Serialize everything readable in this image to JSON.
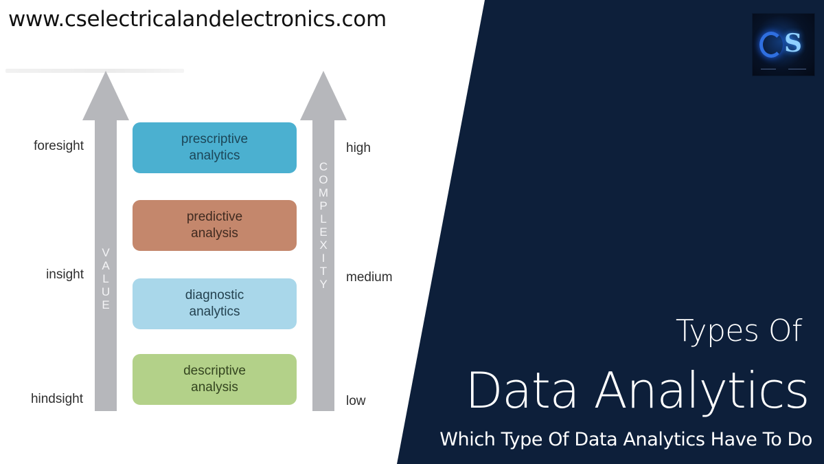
{
  "header": {
    "website_url": "www.cselectricalandelectronics.com"
  },
  "diagram": {
    "left_axis": {
      "arrow_label": "VALUE",
      "letters": [
        "V",
        "A",
        "L",
        "U",
        "E"
      ],
      "levels": [
        "foresight",
        "insight",
        "hindsight"
      ]
    },
    "right_axis": {
      "arrow_label": "COMPLEXITY",
      "letters": [
        "C",
        "O",
        "M",
        "P",
        "L",
        "E",
        "X",
        "I",
        "T",
        "Y"
      ],
      "levels": [
        "high",
        "medium",
        "low"
      ]
    },
    "stages": [
      {
        "line1": "prescriptive",
        "line2": "analytics",
        "color": "#4bb0d0"
      },
      {
        "line1": "predictive",
        "line2": "analysis",
        "color": "#c4876c"
      },
      {
        "line1": "diagnostic",
        "line2": "analytics",
        "color": "#a9d7ea"
      },
      {
        "line1": "descriptive",
        "line2": "analysis",
        "color": "#b3d189"
      }
    ],
    "arrow_color": "#b6b7bb"
  },
  "banner": {
    "panel_color": "#0d1f3a",
    "logo": {
      "letters": "CS"
    },
    "title_small": "Types Of",
    "title_large": "Data Analytics",
    "subtitle": "Which Type Of Data Analytics Have To Do"
  }
}
